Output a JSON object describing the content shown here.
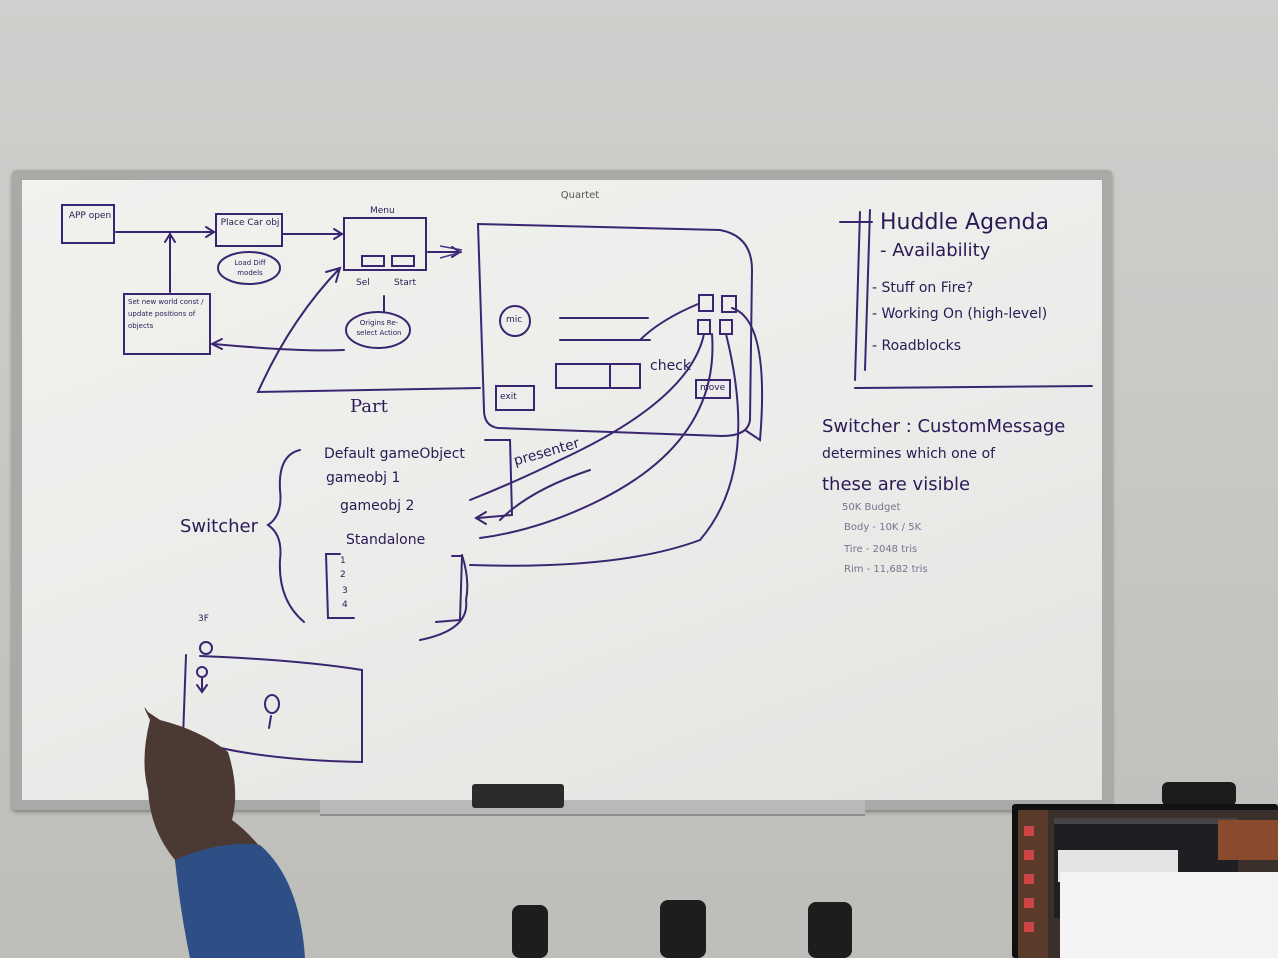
{
  "board": {
    "brand": "Quartet"
  },
  "flow": {
    "app_open": "APP open",
    "place_car": "Place Car obj",
    "load_diff": "Load Diff models",
    "menu": "Menu",
    "set_new": "Set new world const / update positions of objects",
    "sel": "Sel",
    "start": "Start",
    "unknown_box": "Origins Re-select Action",
    "part": "Part"
  },
  "screen_sketch": {
    "mic": "mic",
    "exit": "exit",
    "check": "check",
    "move": "move"
  },
  "switcher": {
    "label": "Switcher",
    "items": [
      "Default gameObject",
      "gameobj 1",
      "gameobj 2",
      "Standalone"
    ],
    "numbers": [
      "1",
      "2",
      "3",
      "4"
    ],
    "presenter": "presenter"
  },
  "agenda": {
    "title": "Huddle Agenda",
    "items": [
      "- Availability",
      "- Stuff on Fire?",
      "- Working On (high-level)",
      "- Roadblocks"
    ]
  },
  "note": {
    "lines": [
      "Switcher : CustomMessage",
      "determines which one of",
      "these are visible"
    ]
  },
  "budget": {
    "title": "50K Budget",
    "rows": [
      "Body - 10K / 5K",
      "Tire - 2048 tris",
      "Rim - 11,682 tris"
    ]
  },
  "corner_sketch": {
    "label": "3F"
  },
  "colors": {
    "ink": "#2a1a55",
    "board": "#ececea",
    "wall": "#cfcfcd"
  }
}
